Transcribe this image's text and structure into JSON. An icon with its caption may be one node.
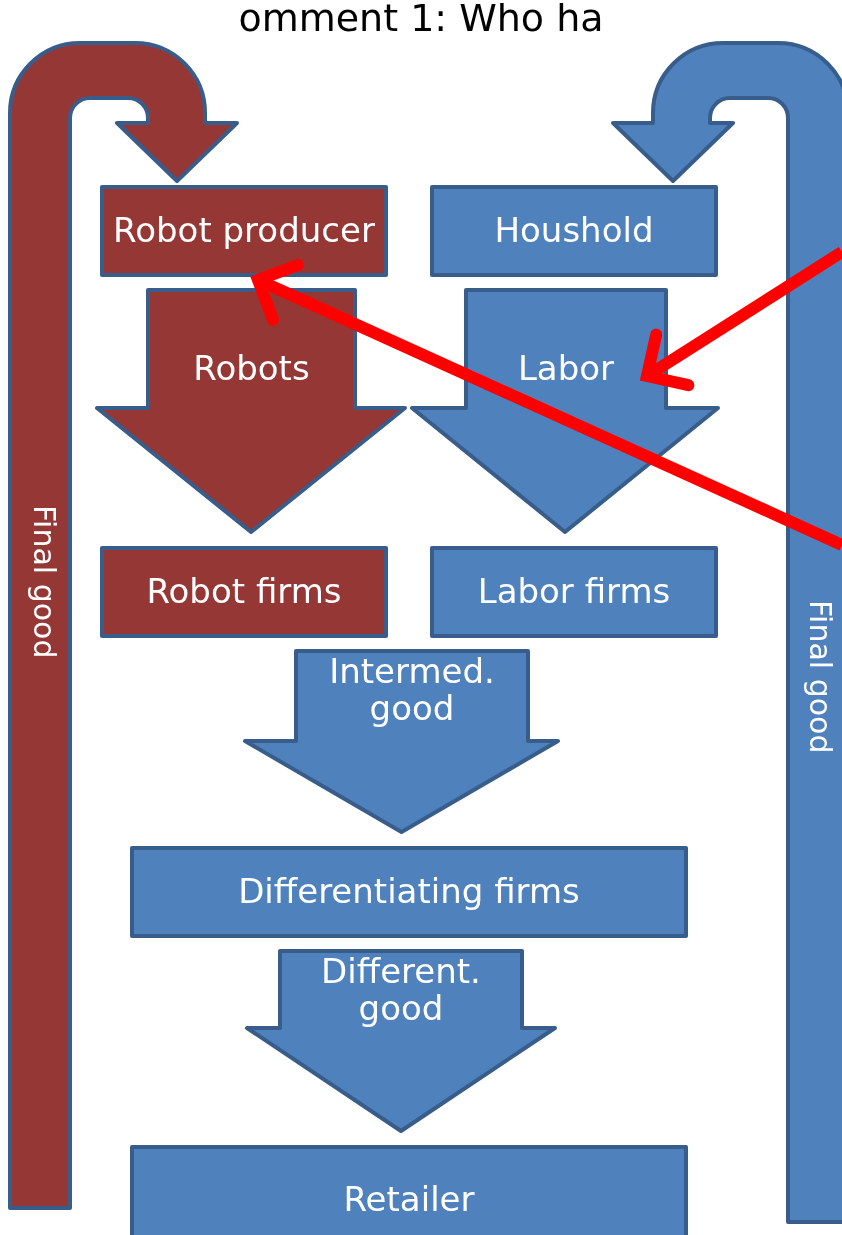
{
  "diagram": {
    "title": "omment 1: Who ha",
    "nodes": [
      {
        "text": [
          "Robot producer"
        ]
      },
      {
        "text": [
          "Houshold"
        ]
      },
      {
        "text": [
          "Robot firms"
        ]
      },
      {
        "text": [
          "Labor firms"
        ]
      },
      {
        "text": [
          "Differentiating firms"
        ]
      },
      {
        "text": [
          "Retailer"
        ]
      }
    ],
    "edges": [
      {
        "from": 0,
        "to": 2,
        "arrow": "to",
        "label": "Robots",
        "color": "#953735"
      },
      {
        "from": 1,
        "to": 3,
        "arrow": "to",
        "label": "Labor"
      },
      {
        "from": 2,
        "to": 4,
        "arrow": "to",
        "label": "Intermed. good"
      },
      {
        "from": 3,
        "to": 4,
        "arrow": "to"
      },
      {
        "from": 4,
        "to": 5,
        "arrow": "to",
        "label": "Different. good"
      },
      {
        "from": null,
        "to": 0,
        "arrow": "to",
        "label": "Final good",
        "color": "#953735"
      },
      {
        "from": null,
        "to": 1,
        "arrow": "to",
        "label": "Final good"
      },
      {
        "from": null,
        "to": 0,
        "arrow": "to",
        "color": "#ff0000"
      }
    ]
  }
}
